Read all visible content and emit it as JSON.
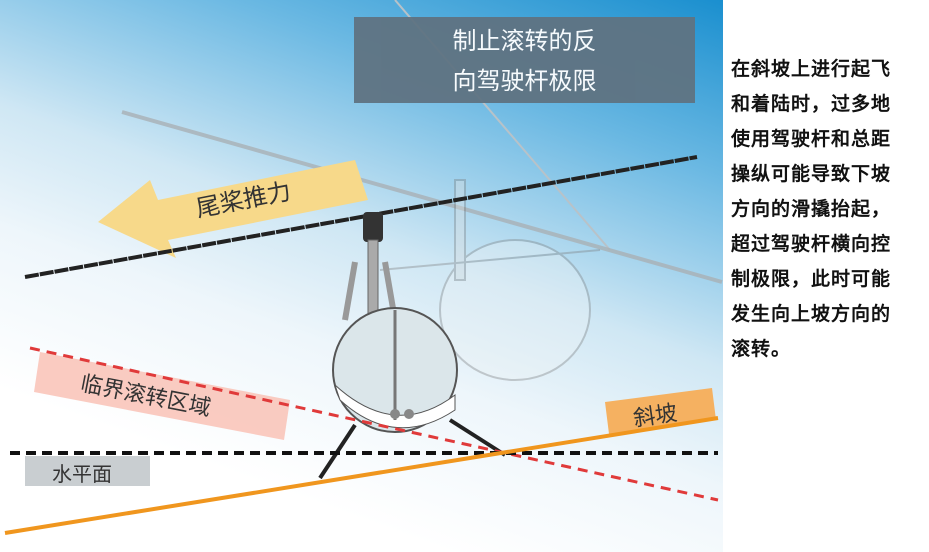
{
  "title": {
    "line1": "制止滚转的反",
    "line2": "向驾驶杆极限"
  },
  "labels": {
    "tail_rotor_thrust": "尾桨推力",
    "critical_roll_zone": "临界滚转区域",
    "horizontal_plane": "水平面",
    "slope": "斜坡"
  },
  "description": [
    "在斜坡上进行起飞",
    "和着陆时，过多地",
    "使用驾驶杆和总距",
    "操纵可能导致下坡",
    "方向的滑撬抬起，",
    "超过驾驶杆横向控",
    "制极限，此时可能",
    "发生向上坡方向的",
    "滚转。"
  ],
  "colors": {
    "slope": "#f0961e",
    "critical": "#e03a3a",
    "title_bg": "#5f7382",
    "arrow": "#f7d98a"
  }
}
